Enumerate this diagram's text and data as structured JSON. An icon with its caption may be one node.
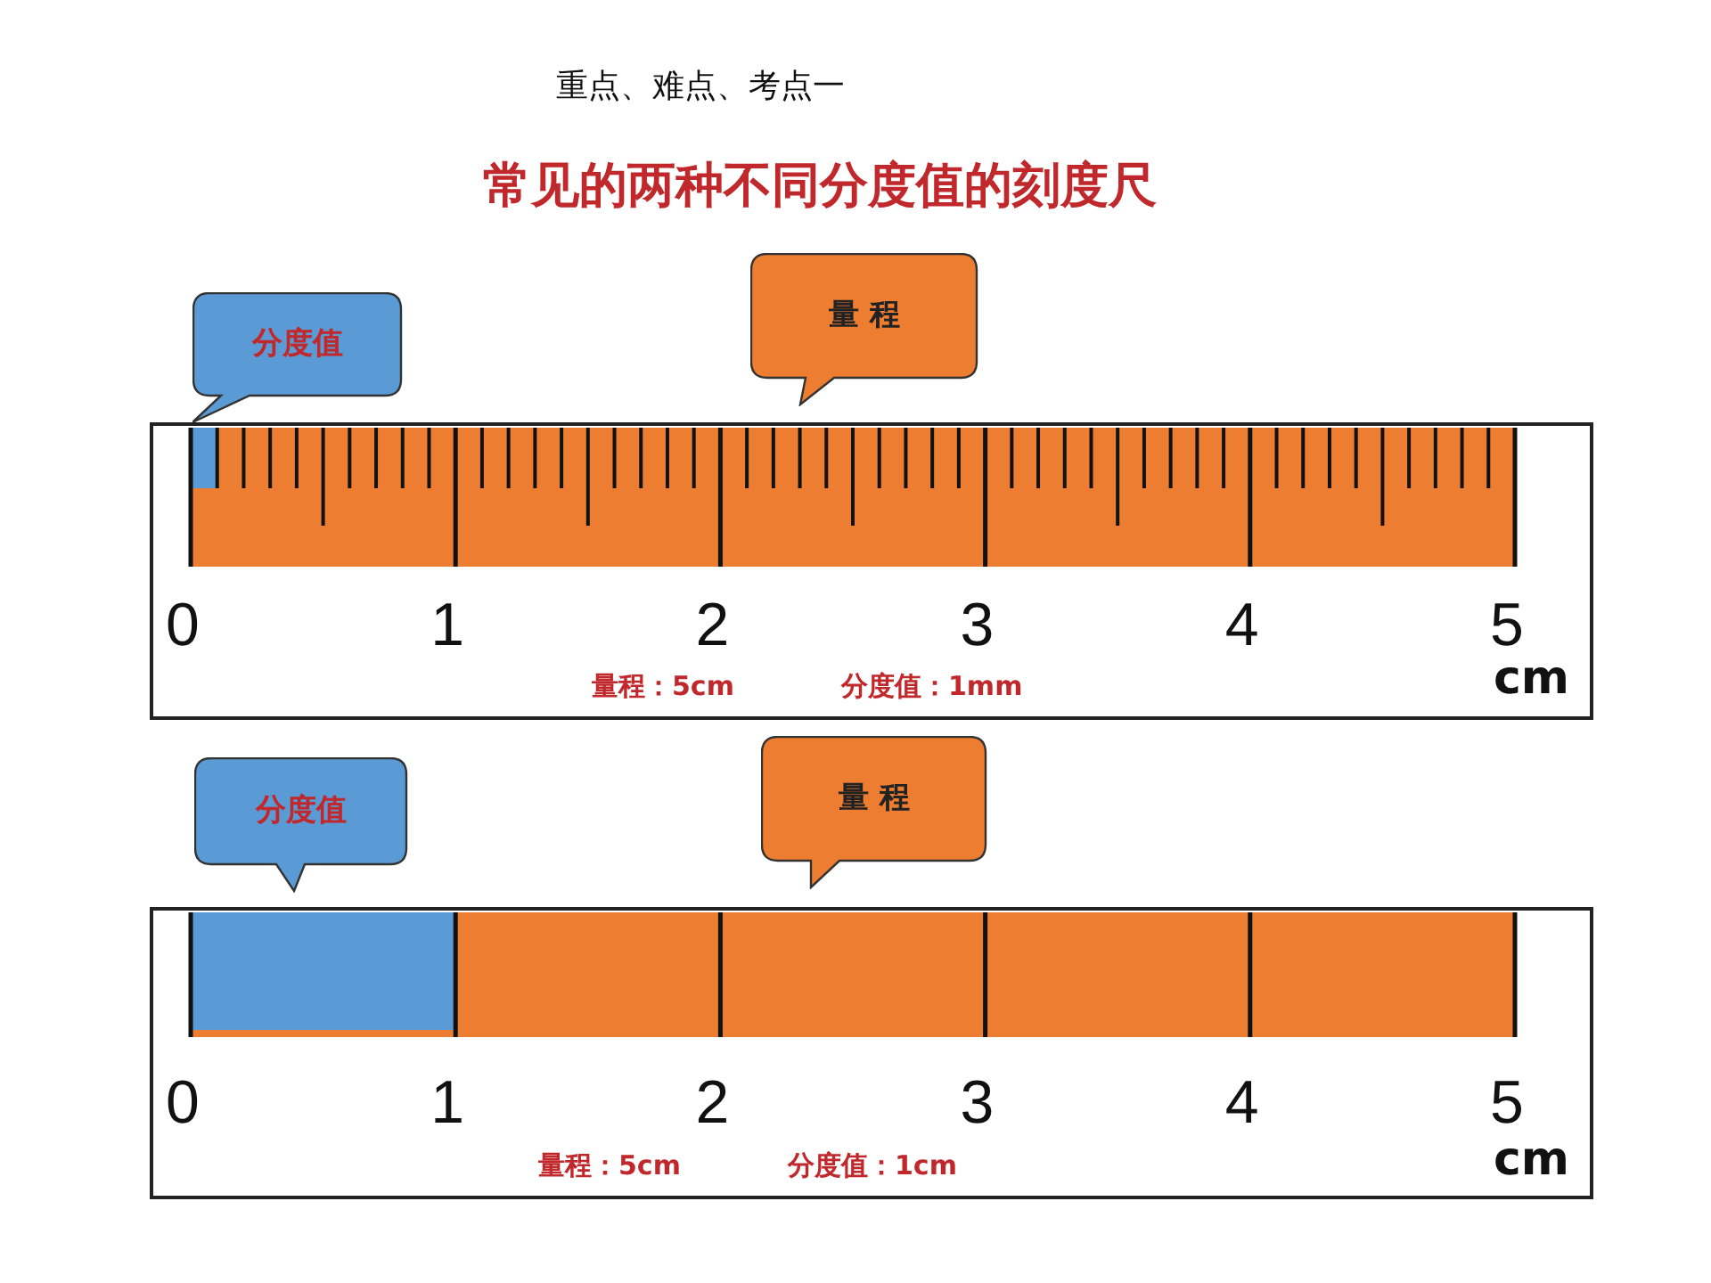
{
  "diagram": {
    "title": "常见的两种不同分度值的刻度尺",
    "nodes": [
      {
        "text": [
          "分度值"
        ]
      },
      {
        "text": [
          "量 程"
        ]
      },
      {
        "text": [
          "量程：5cm",
          "分度值：1mm"
        ]
      },
      {
        "text": [
          "分度值"
        ]
      },
      {
        "text": [
          "量 程"
        ]
      },
      {
        "text": [
          "量程：5cm",
          "分度值：1cm"
        ]
      }
    ],
    "labels": [
      "重点、难点、考点一",
      "0",
      "1",
      "2",
      "3",
      "4",
      "5",
      "cm",
      "0",
      "1",
      "2",
      "3",
      "4",
      "5",
      "cm"
    ]
  }
}
